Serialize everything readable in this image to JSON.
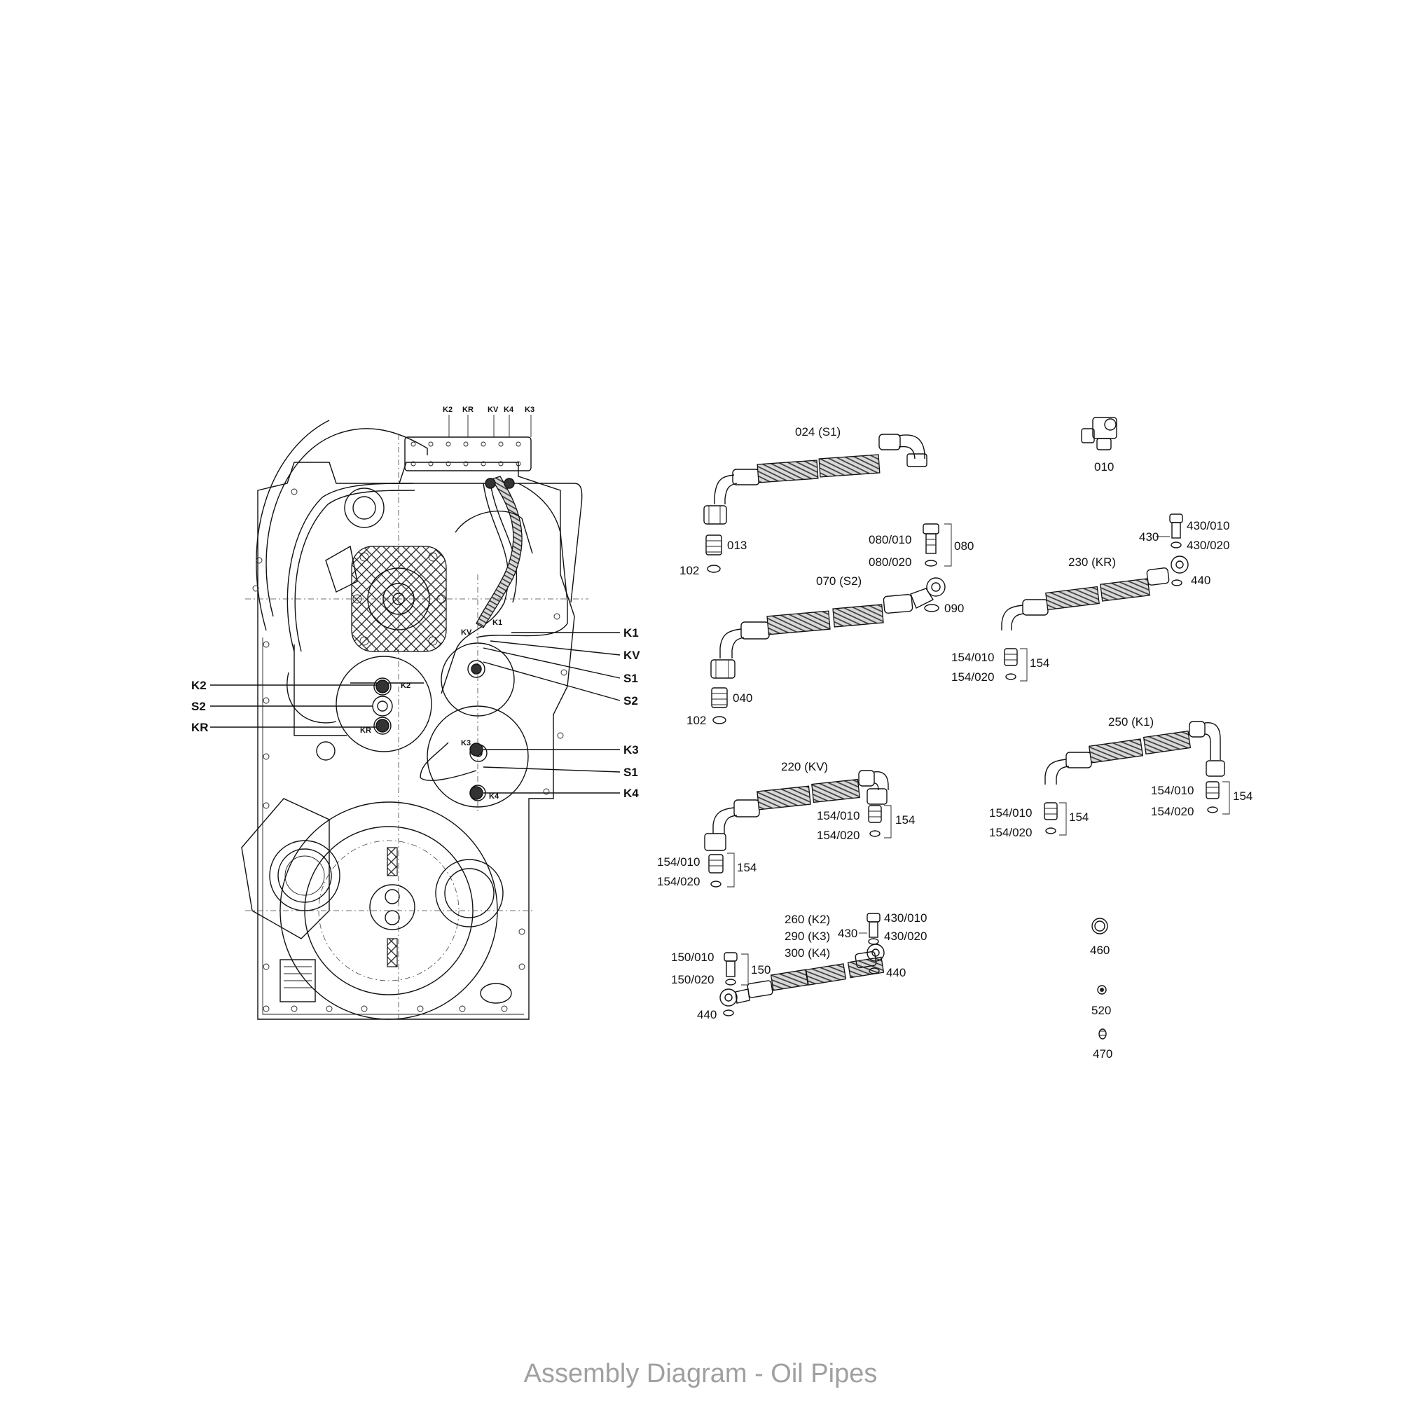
{
  "caption": "Assembly Diagram - Oil Pipes",
  "housing": {
    "top_block_labels": [
      "K2",
      "KR",
      "KV",
      "K4",
      "K3"
    ],
    "inner_labels": [
      "KV",
      "K1",
      "K2",
      "KR",
      "K3",
      "K4"
    ],
    "callouts_left": [
      "K2",
      "S2",
      "KR"
    ],
    "callouts_right": [
      "K1",
      "KV",
      "S1",
      "S2",
      "K3",
      "S1",
      "K4"
    ]
  },
  "parts": {
    "p024": "024 (S1)",
    "p013": "013",
    "p102a": "102",
    "p080_010": "080/010",
    "p080_020": "080/020",
    "p080": "080",
    "p070": "070 (S2)",
    "p090": "090",
    "p040": "040",
    "p102b": "102",
    "p010": "010",
    "p430a": "430",
    "p430_010a": "430/010",
    "p430_020a": "430/020",
    "p230": "230 (KR)",
    "p440a": "440",
    "p154_010a": "154/010",
    "p154_020a": "154/020",
    "p154a": "154",
    "p250": "250 (K1)",
    "p154_010b": "154/010",
    "p154_020b": "154/020",
    "p154b": "154",
    "p154_010c": "154/010",
    "p154_020c": "154/020",
    "p154c": "154",
    "p220": "220 (KV)",
    "p154_010d": "154/010",
    "p154_020d": "154/020",
    "p154d": "154",
    "p154_010e": "154/010",
    "p154_020e": "154/020",
    "p154e": "154",
    "p260": "260 (K2)",
    "p290": "290 (K3)",
    "p300": "300 (K4)",
    "p430b": "430",
    "p430_010b": "430/010",
    "p430_020b": "430/020",
    "p440b": "440",
    "p150_010": "150/010",
    "p150_020": "150/020",
    "p150": "150",
    "p440c": "440",
    "p460": "460",
    "p520": "520",
    "p470": "470"
  }
}
